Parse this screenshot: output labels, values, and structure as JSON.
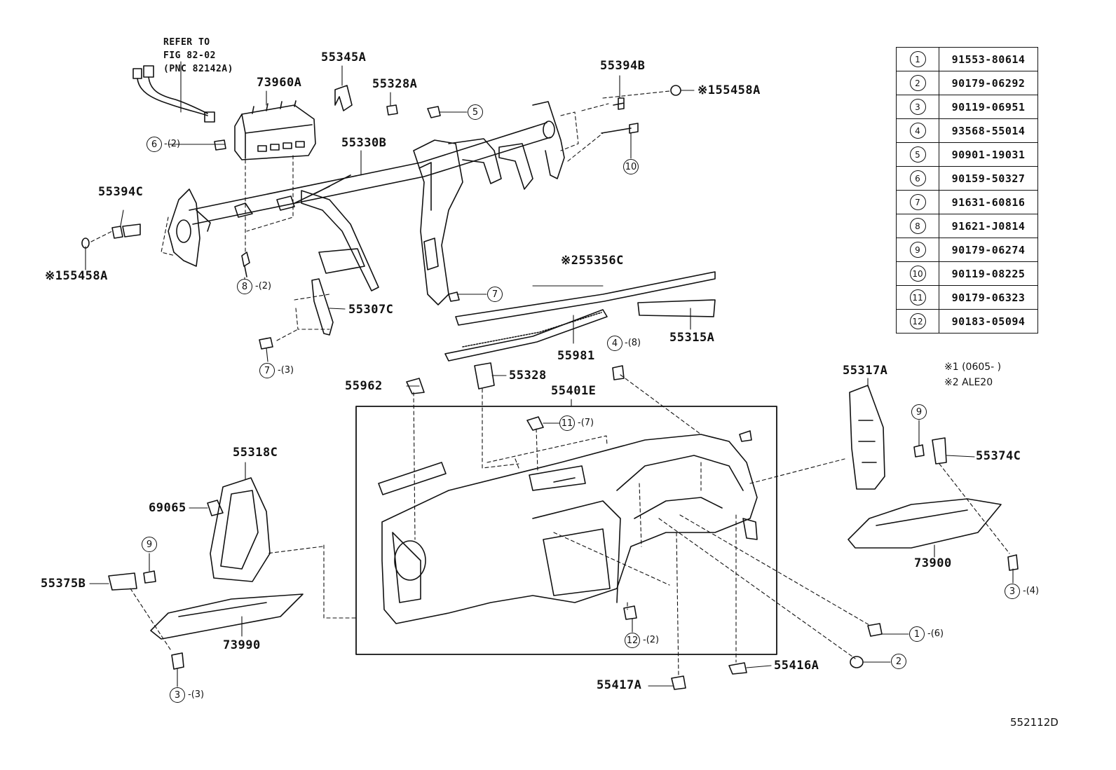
{
  "refer_note": {
    "line1": "REFER TO",
    "line2": "FIG 82-02",
    "line3": "(PNC 82142A)"
  },
  "parts": {
    "p55345A": "55345A",
    "p73960A": "73960A",
    "p55328A": "55328A",
    "p55394B": "55394B",
    "p55458A_top": "※155458A",
    "p55330B": "55330B",
    "p55394C": "55394C",
    "p55458A_left": "※155458A",
    "p55307C": "55307C",
    "p55356C": "※255356C",
    "p55981": "55981",
    "p55315A": "55315A",
    "p55962": "55962",
    "p55328": "55328",
    "p55401E": "55401E",
    "p55317A": "55317A",
    "p55374C": "55374C",
    "p55318C": "55318C",
    "p69065": "69065",
    "p55375B": "55375B",
    "p73990": "73990",
    "p73900": "73900",
    "p55416A": "55416A",
    "p55417A": "55417A"
  },
  "callouts": [
    {
      "num": "6",
      "qty": "-(2)"
    },
    {
      "num": "5",
      "qty": ""
    },
    {
      "num": "10",
      "qty": ""
    },
    {
      "num": "8",
      "qty": "-(2)"
    },
    {
      "num": "7",
      "qty": ""
    },
    {
      "num": "7",
      "qty": "-(3)"
    },
    {
      "num": "4",
      "qty": "-(8)"
    },
    {
      "num": "11",
      "qty": "-(7)"
    },
    {
      "num": "9",
      "qty": ""
    },
    {
      "num": "9",
      "qty": ""
    },
    {
      "num": "3",
      "qty": "-(4)"
    },
    {
      "num": "1",
      "qty": "-(6)"
    },
    {
      "num": "2",
      "qty": ""
    },
    {
      "num": "12",
      "qty": "-(2)"
    },
    {
      "num": "3",
      "qty": "-(3)"
    }
  ],
  "legend": [
    {
      "num": "1",
      "part": "91553-80614"
    },
    {
      "num": "2",
      "part": "90179-06292"
    },
    {
      "num": "3",
      "part": "90119-06951"
    },
    {
      "num": "4",
      "part": "93568-55014"
    },
    {
      "num": "5",
      "part": "90901-19031"
    },
    {
      "num": "6",
      "part": "90159-50327"
    },
    {
      "num": "7",
      "part": "91631-60816"
    },
    {
      "num": "8",
      "part": "91621-J0814"
    },
    {
      "num": "9",
      "part": "90179-06274"
    },
    {
      "num": "10",
      "part": "90119-08225"
    },
    {
      "num": "11",
      "part": "90179-06323"
    },
    {
      "num": "12",
      "part": "90183-05094"
    }
  ],
  "notes": {
    "note1": "※1 (0605-      )",
    "note2": "※2 ALE20"
  },
  "diagram_id": "552112D"
}
